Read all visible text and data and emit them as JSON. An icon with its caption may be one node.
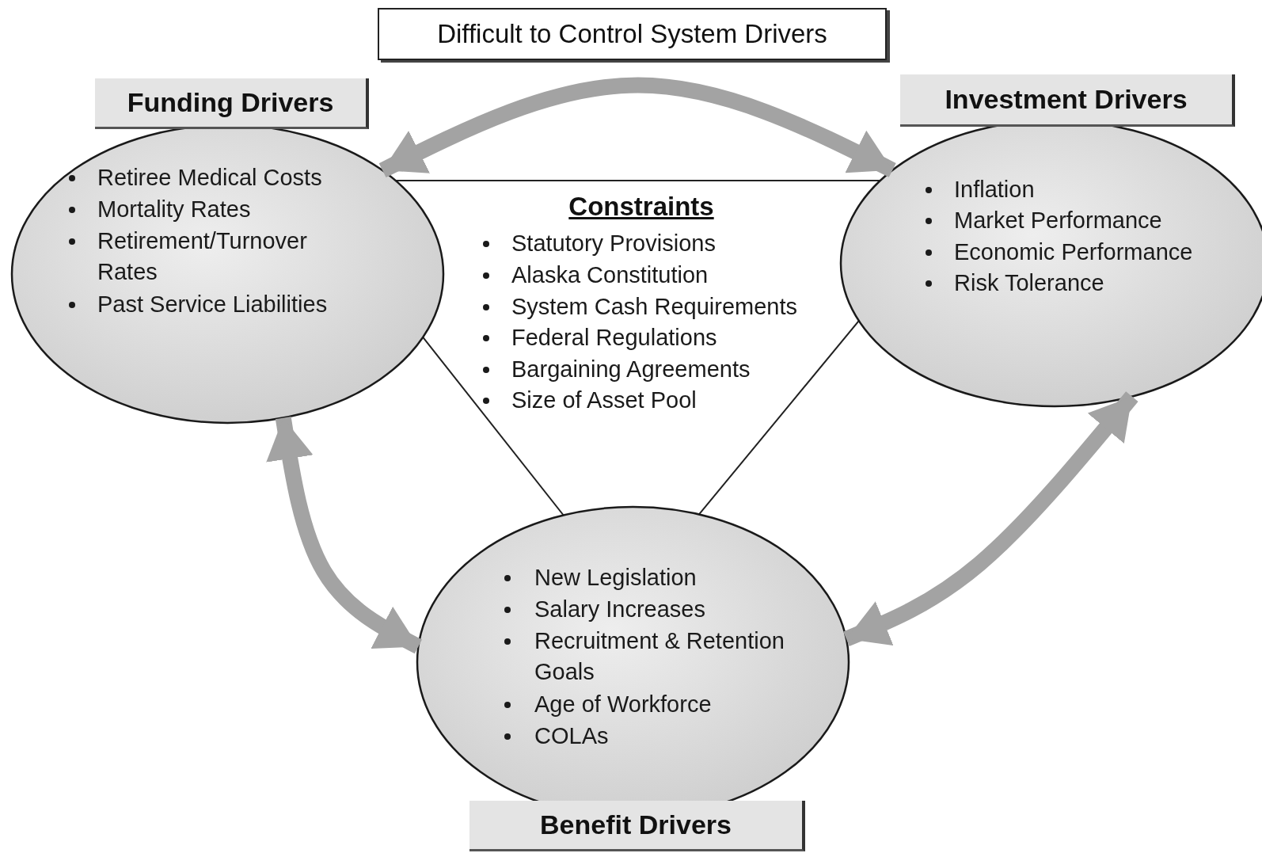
{
  "diagram": {
    "title": "Difficult to Control System Drivers",
    "nodes": [
      {
        "text": [
          "Funding Drivers",
          "Retiree Medical Costs",
          "Mortality Rates",
          "Retirement/Turnover Rates",
          "Past Service Liabilities"
        ]
      },
      {
        "text": [
          "Investment Drivers",
          "Inflation",
          "Market Performance",
          "Economic Performance",
          "Risk Tolerance"
        ]
      },
      {
        "text": [
          "Constraints",
          "Statutory Provisions",
          "Alaska Constitution",
          "System Cash Requirements",
          "Federal Regulations",
          "Bargaining Agreements",
          "Size of Asset Pool"
        ]
      },
      {
        "text": [
          "Benefit Drivers",
          "New Legislation",
          "Salary Increases",
          "Recruitment & Retention Goals",
          "Age of Workforce",
          "COLAs"
        ]
      }
    ],
    "edges": [
      {
        "from": 0,
        "to": 1,
        "arrow": "both"
      },
      {
        "from": 0,
        "to": 3,
        "arrow": "both"
      },
      {
        "from": 1,
        "to": 3,
        "arrow": "both"
      }
    ]
  }
}
